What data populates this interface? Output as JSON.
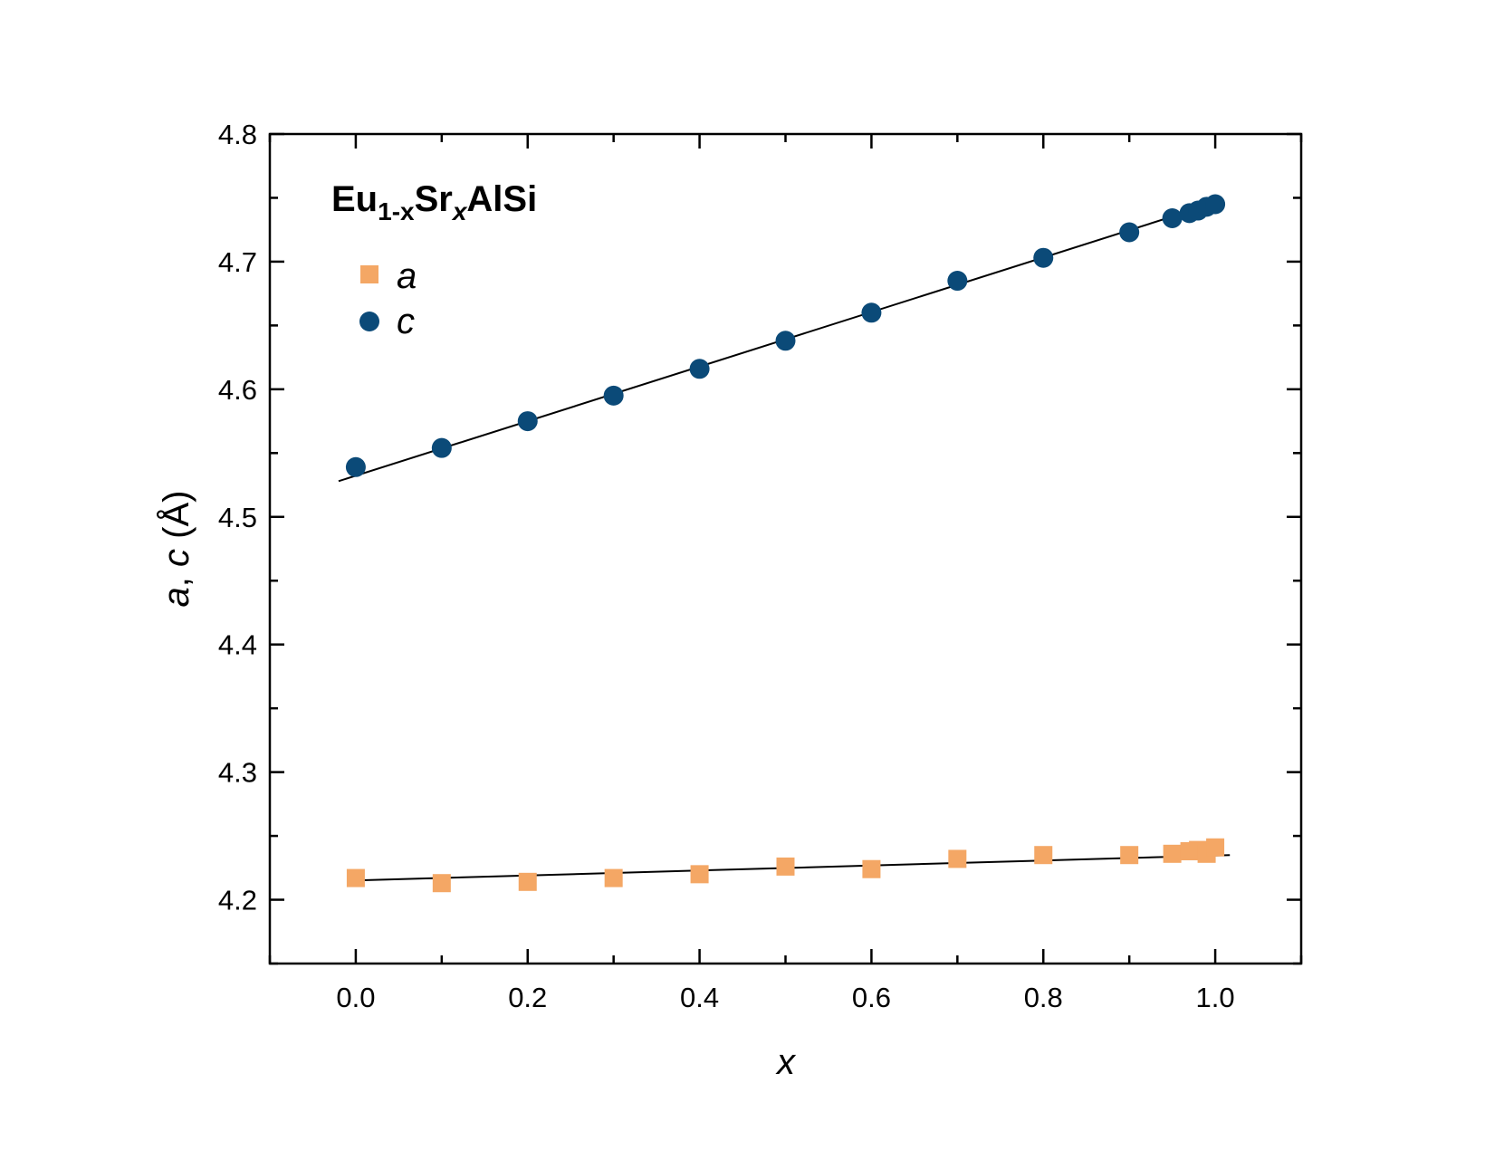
{
  "chart_data": {
    "type": "scatter",
    "title": "",
    "annotation": {
      "base": "Eu",
      "sub1": "1-x",
      "mid": "Sr",
      "sub2": "x",
      "end": "AlSi"
    },
    "xlabel": "x",
    "ylabel_parts": {
      "a": "a",
      "sep": ", ",
      "c": "c",
      "unit": " (Å)"
    },
    "xlim": [
      -0.1,
      1.1
    ],
    "ylim": [
      4.15,
      4.8
    ],
    "xticks": [
      0.0,
      0.2,
      0.4,
      0.6,
      0.8,
      1.0
    ],
    "xtick_labels": [
      "0.0",
      "0.2",
      "0.4",
      "0.6",
      "0.8",
      "1.0"
    ],
    "yticks": [
      4.2,
      4.3,
      4.4,
      4.5,
      4.6,
      4.7,
      4.8
    ],
    "ytick_labels": [
      "4.2",
      "4.3",
      "4.4",
      "4.5",
      "4.6",
      "4.7",
      "4.8"
    ],
    "grid": false,
    "legend_placement": "top-left",
    "series": [
      {
        "name": "a",
        "marker": "square",
        "color": "#F4A765",
        "x": [
          0,
          0.1,
          0.2,
          0.3,
          0.4,
          0.5,
          0.6,
          0.7,
          0.8,
          0.9,
          0.95,
          0.97,
          0.98,
          0.99,
          1.0
        ],
        "y": [
          4.217,
          4.213,
          4.214,
          4.217,
          4.22,
          4.226,
          4.224,
          4.232,
          4.235,
          4.235,
          4.236,
          4.238,
          4.239,
          4.236,
          4.241
        ]
      },
      {
        "name": "c",
        "marker": "circle",
        "color": "#0B4A78",
        "x": [
          0,
          0.1,
          0.2,
          0.3,
          0.4,
          0.5,
          0.6,
          0.7,
          0.8,
          0.9,
          0.95,
          0.97,
          0.98,
          0.99,
          1.0
        ],
        "y": [
          4.539,
          4.554,
          4.575,
          4.595,
          4.616,
          4.638,
          4.66,
          4.685,
          4.703,
          4.723,
          4.734,
          4.738,
          4.74,
          4.743,
          4.745
        ]
      }
    ],
    "fits": [
      {
        "x": [
          -0.005,
          1.017
        ],
        "y": [
          4.215,
          4.235
        ],
        "color": "#000000"
      },
      {
        "x": [
          -0.02,
          1.0
        ],
        "y": [
          4.528,
          4.746
        ],
        "color": "#000000"
      }
    ]
  }
}
